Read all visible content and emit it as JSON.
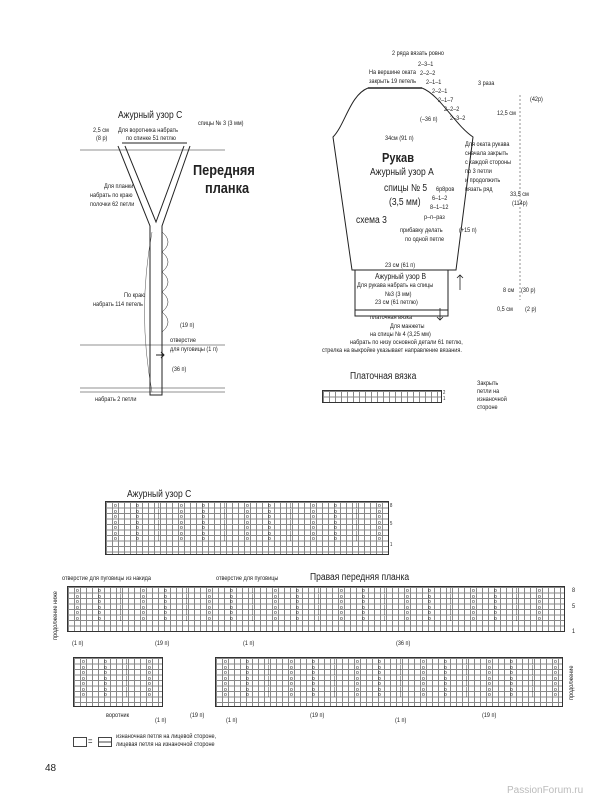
{
  "front_band": {
    "pattern": "Ажурный узор C",
    "needles": "спицы № 3 (3 мм)",
    "width_cm": "2,5 см",
    "width_rows": "(8 р)",
    "collar_line1": "Для воротника набрать",
    "collar_line2": "по спинке 51 петлю",
    "title_line1": "Передняя",
    "title_line2": "планка",
    "band_line1": "Для планки",
    "band_line2": "набрать по краю",
    "band_line3": "полочки 62 петли",
    "edge_line1": "По краю",
    "edge_line2": "набрать 114 петель",
    "sts19": "(19 п)",
    "hole_line1": "отверстие",
    "hole_line2": "для пуговицы (1 п)",
    "sts36": "(36 п)",
    "cast2": "набрать 2 петли"
  },
  "sleeve": {
    "rows_even": "2 ряда вязать ровно",
    "dec": [
      "2–3–1",
      "2–2–2",
      "2–1–1",
      "2–2–1",
      "2–1–7",
      "2–2–2",
      "2–3–2"
    ],
    "top_line1": "На вершине оката",
    "top_line2": "закрыть 19 петель",
    "times3": "3 раза",
    "minus36": "(–36 п)",
    "cap_rows": "(42р)",
    "cap_cm": "12,5 см",
    "width": "34см (91 п)",
    "title": "Рукав",
    "pattern": "Ажурный узор A",
    "needles": "спицы № 5",
    "needles_mm": "(3,5 мм)",
    "scheme": "схема 3",
    "inc": [
      "6р8ров",
      "6–1–2",
      "8–1–12",
      "р–п–раз"
    ],
    "inc_note1": "прибавку делать",
    "inc_note2": "по одной петле",
    "plus15": "(+15 п)",
    "cap_note": [
      "Для оката рукава",
      "сначала закрыть",
      "с каждой стороны",
      "по 3 петли",
      "и продолжить",
      "вязать ряд"
    ],
    "len_cm": "33,5 см",
    "len_rows": "(114р)",
    "bottom_width": "23 см (61 п)",
    "cuff_pattern": "Ажурный узор B",
    "cuff_line1": "Для рукава набрать на спицы",
    "cuff_line2": "№3 (3 мм)",
    "cuff_width": "23 см (61 петлю)",
    "cuff_cm": "8 см",
    "cuff_rows": "(30 р)",
    "band_cm": "0,5 см",
    "band_rows": "(2 р)",
    "garter": "платочная вязка",
    "cuff_note1": "Для манжеты",
    "cuff_note2": "на спицы № 4 (3,25 мм)",
    "cuff_note3": "набрать по низу основной детали 61 петлю,",
    "cuff_note4": "стрелка на выкройке указывает направление вязания."
  },
  "garter_chart": {
    "title": "Платочная вязка",
    "rows": [
      "2",
      "1"
    ],
    "note": [
      "Закрыть",
      "петли на",
      "изнаночной",
      "стороне"
    ]
  },
  "chart_c": {
    "title": "Ажурный узор C",
    "row_labels": [
      "8",
      "5",
      "1"
    ]
  },
  "band_chart": {
    "title": "Правая передняя планка",
    "hole_note1": "отверстие для пуговицы из накида",
    "hole_note2": "отверстие для пуговицы",
    "continue_below": "продолжение ниже",
    "continue": "продолжение",
    "row_labels": [
      "8",
      "5",
      "1"
    ],
    "top_counts": [
      "(1 п)",
      "(19 п)",
      "(1 п)",
      "(36 п)"
    ],
    "bottom_counts": [
      "воротник",
      "(1 п)",
      "(19 п)",
      "(1 п)",
      "(19 п)",
      "(1 п)",
      "(19 п)"
    ]
  },
  "legend": {
    "line1": "изнаночная петля на лицевой стороне,",
    "line2": "лицевая петля на изнаночной стороне",
    "eq": "="
  },
  "page_number": "48",
  "watermark": "PassionForum.ru"
}
